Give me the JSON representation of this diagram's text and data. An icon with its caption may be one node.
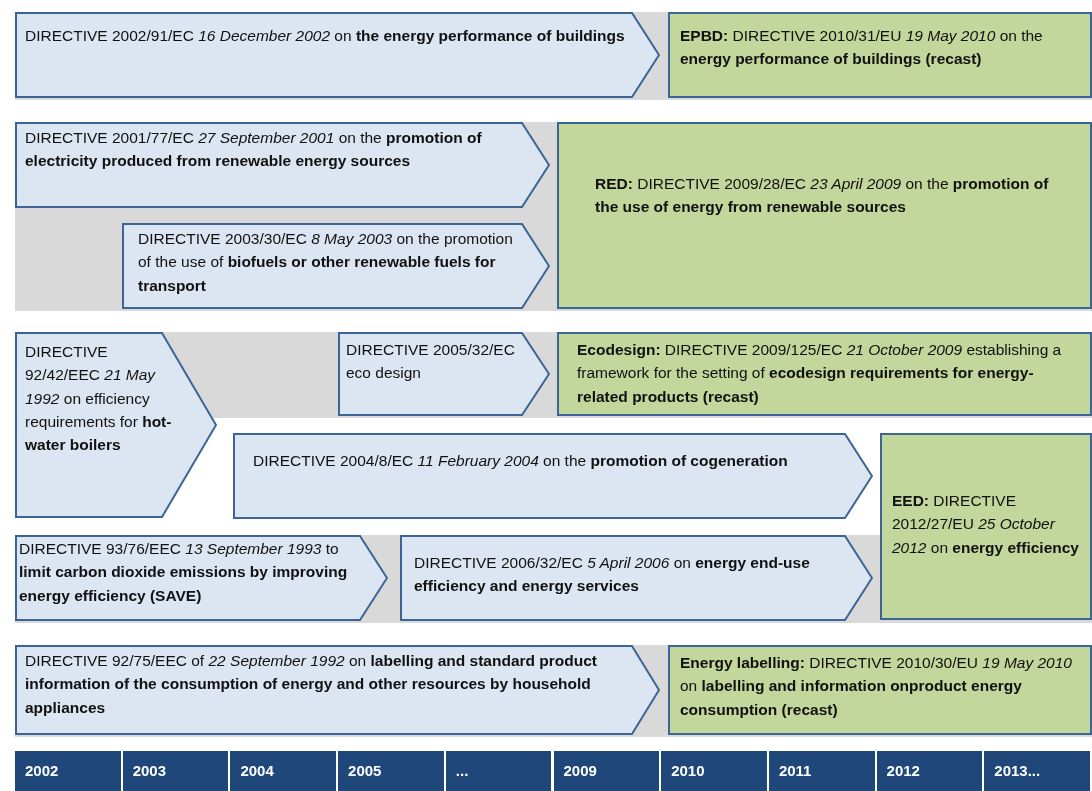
{
  "diagram": {
    "nodes": [
      {
        "text": [
          "DIRECTIVE 2002/91/EC *16 December 2002* on **the energy performance of buildings**"
        ]
      },
      {
        "text": [
          "**EPBD:** DIRECTIVE 2010/31/EU *19 May 2010* on the **energy performance of buildings (recast)**"
        ]
      },
      {
        "text": [
          "DIRECTIVE 2001/77/EC *27 September 2001* on the **promotion of electricity produced from renewable energy sources**"
        ]
      },
      {
        "text": [
          "**RED:** DIRECTIVE 2009/28/EC *23 April 2009* on the **promotion of the use of energy from renewable sources**"
        ]
      },
      {
        "text": [
          "DIRECTIVE 2003/30/EC *8 May 2003* on the promotion of the use of **biofuels or other renewable fuels for transport**"
        ]
      },
      {
        "text": [
          "DIRECTIVE 92/42/EEC *21 May 1992* on efficiency requirements for **hot-water boilers**"
        ]
      },
      {
        "text": [
          "DIRECTIVE 2005/32/EC eco design"
        ]
      },
      {
        "text": [
          "**Ecodesign:** DIRECTIVE 2009/125/EC *21 October 2009* establishing a framework for the setting of **ecodesign requirements for energy-related products (recast)**"
        ]
      },
      {
        "text": [
          "DIRECTIVE 2004/8/EC *11 February 2004* on the **promotion of cogeneration**"
        ]
      },
      {
        "text": [
          "**EED:** DIRECTIVE 2012/27/EU *25 October 2012* on **energy efficiency**"
        ]
      },
      {
        "text": [
          "DIRECTIVE 93/76/EEC *13 September 1993* to **limit carbon dioxide emissions by improving energy efficiency (SAVE)**"
        ]
      },
      {
        "text": [
          "DIRECTIVE 2006/32/EC *5 April 2006* on **energy end-use efficiency and energy services**"
        ]
      },
      {
        "text": [
          "DIRECTIVE 92/75/EEC of *22 September 1992* on **labelling and standard product information of the consumption of energy and other resources by household appliances**"
        ]
      },
      {
        "text": [
          "**Energy labelling:** DIRECTIVE 2010/30/EU *19 May 2010* on **labelling and information onproduct energy consumption (recast)**"
        ]
      }
    ],
    "labels": [
      "2002",
      "2003",
      "2004",
      "2005",
      "...",
      "2009",
      "2010",
      "2011",
      "2012",
      "2013..."
    ]
  }
}
